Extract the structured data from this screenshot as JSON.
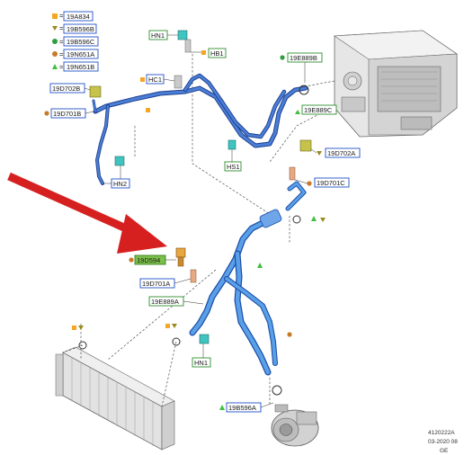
{
  "legend": [
    {
      "symbol": "square",
      "color": "#f5a623",
      "code": "19A834"
    },
    {
      "symbol": "triangle-down",
      "color": "#9a8a1a",
      "code": "19B596B"
    },
    {
      "symbol": "circle",
      "color": "#2e9e3e",
      "code": "19B596C"
    },
    {
      "symbol": "circle",
      "color": "#c77a2a",
      "code": "19N651A"
    },
    {
      "symbol": "triangle-up",
      "color": "#3fbf3f",
      "code": "19N651B"
    }
  ],
  "callouts": {
    "hn1_top": "HN1",
    "hb1": "HB1",
    "e889b": "19E889B",
    "d702b": "19D702B",
    "hc1": "HC1",
    "d701b": "19D701B",
    "e889c": "19E889C",
    "d702a": "19D702A",
    "hs1": "HS1",
    "hn2": "HN2",
    "d701c": "19D701C",
    "d594": "19D594",
    "d701a": "19D701A",
    "e889a": "19E889A",
    "hn1_bottom": "HN1",
    "b596a": "19B596A"
  },
  "footer": {
    "ref": "4120222A",
    "date": "03-2020 08",
    "region": "GE"
  },
  "colors": {
    "label_border": "#2050c8",
    "pipe": "#4a7fd6",
    "arrow": "#d62020",
    "highlight": "#7cbf4a"
  },
  "icons": [
    "warning-arrow",
    "condenser",
    "compressor",
    "evaporator-housing",
    "pressure-switch"
  ]
}
